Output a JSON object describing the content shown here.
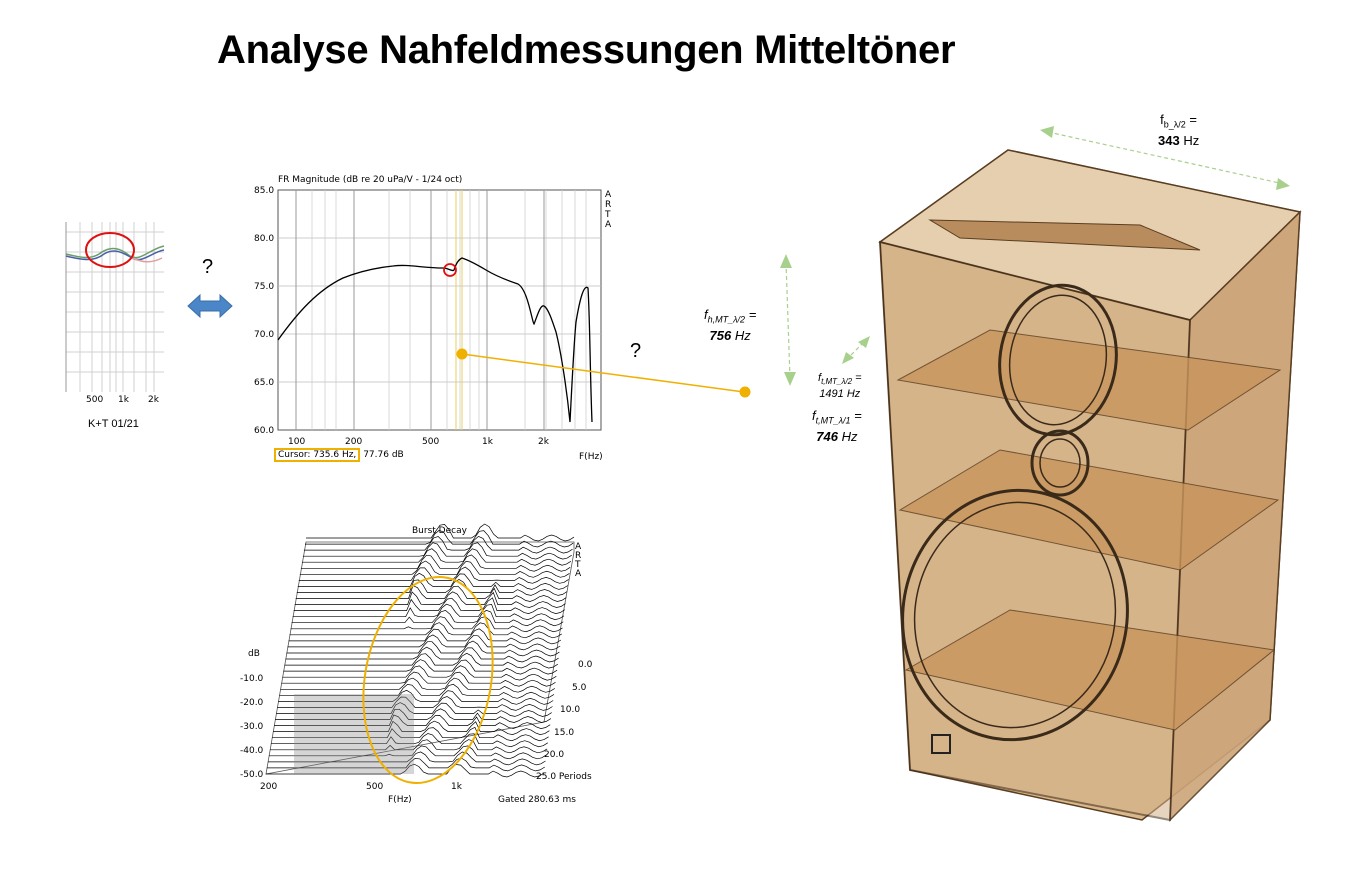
{
  "title": "Analyse Nahfeldmessungen Mitteltöner",
  "kt_thumb": {
    "caption": "K+T 01/21",
    "x_ticks": [
      "500",
      "1k",
      "2k"
    ]
  },
  "question_marks": [
    "?",
    "?"
  ],
  "fr_chart": {
    "title": "FR Magnitude (dB re 20 uPa/V - 1/24 oct)",
    "brand": [
      "A",
      "R",
      "T",
      "A"
    ],
    "y_ticks": [
      "85.0",
      "80.0",
      "75.0",
      "70.0",
      "65.0",
      "60.0"
    ],
    "x_ticks": [
      "100",
      "200",
      "500",
      "1k",
      "2k"
    ],
    "x_unit": "F(Hz)",
    "cursor_label": "Cursor: 735.6 Hz,",
    "cursor_value": "77.76 dB"
  },
  "burst_chart": {
    "title": "Burst Decay",
    "brand": [
      "A",
      "R",
      "T",
      "A"
    ],
    "y_unit": "dB",
    "y_ticks": [
      "-10.0",
      "-20.0",
      "-30.0",
      "-40.0",
      "-50.0"
    ],
    "x_ticks": [
      "200",
      "500",
      "1k"
    ],
    "x_unit": "F(Hz)",
    "period_ticks": [
      "0.0",
      "5.0",
      "10.0",
      "15.0",
      "20.0",
      "25.0 Periods"
    ],
    "gated": "Gated 280.63 ms"
  },
  "annotations": {
    "fb": {
      "label": "f",
      "sub": "b_λ/2",
      "eq": " =",
      "value": "343",
      "unit": " Hz"
    },
    "fh": {
      "label": "f",
      "sub": "h,MT_λ/2",
      "eq": " =",
      "value": "756",
      "unit": " Hz"
    },
    "ft2": {
      "label": "f",
      "sub": "t,MT_λ/2",
      "eq": " =",
      "value": "1491",
      "unit": " Hz"
    },
    "ft1": {
      "label": "f",
      "sub": "t,MT_λ/1",
      "eq": " =",
      "value": "746",
      "unit": " Hz"
    }
  },
  "colors": {
    "highlight": "#f0b000",
    "red_mark": "#e01010",
    "arrow_blue": "#4a86c8",
    "dim_green": "#a8d08d",
    "wood": "#c49a6c"
  }
}
